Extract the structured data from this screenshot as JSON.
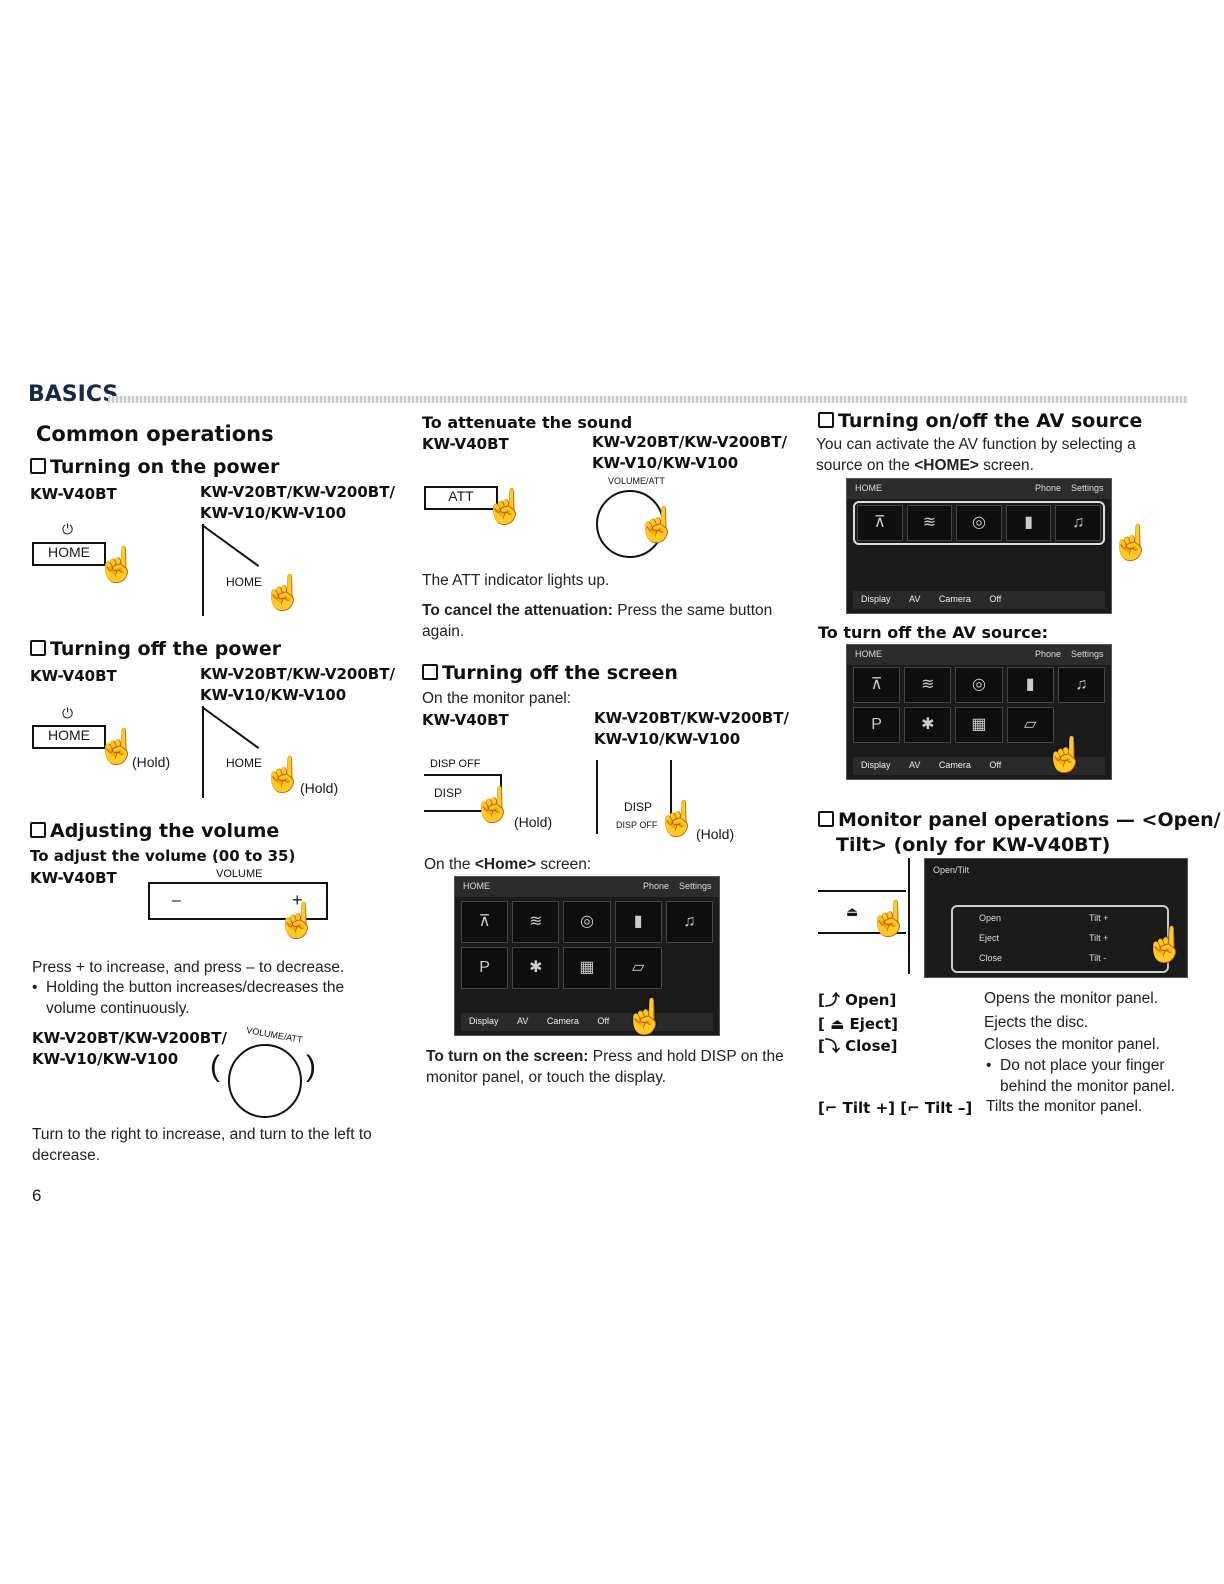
{
  "header": {
    "section": "BASICS"
  },
  "page_number": "6",
  "left": {
    "title": "Common operations",
    "power_on": {
      "title": "Turning on the power",
      "model_a": "KW-V40BT",
      "model_b": "KW-V20BT/KW-V200BT/\nKW-V10/KW-V100",
      "home": "HOME",
      "power_icon": "⏻"
    },
    "power_off": {
      "title": "Turning off the power",
      "model_a": "KW-V40BT",
      "model_b": "KW-V20BT/KW-V200BT/\nKW-V10/KW-V100",
      "home": "HOME",
      "hold": "(Hold)"
    },
    "volume": {
      "title": "Adjusting the volume",
      "subtitle": "To adjust the volume (00 to 35)",
      "model_a": "KW-V40BT",
      "volume_label": "VOLUME",
      "minus": "–",
      "plus": "+",
      "text1": "Press + to increase, and press – to decrease.",
      "bullet1": "Holding the button increases/decreases the volume continuously.",
      "model_b": "KW-V20BT/KW-V200BT/\nKW-V10/KW-V100",
      "knob_label": "VOLUME/ATT",
      "text2": "Turn to the right to increase, and turn to the left to decrease."
    }
  },
  "middle": {
    "attenuate": {
      "title": "To attenuate the sound",
      "model_a": "KW-V40BT",
      "model_b": "KW-V20BT/KW-V200BT/\nKW-V10/KW-V100",
      "att": "ATT",
      "knob_label": "VOLUME/ATT",
      "text1": "The ATT indicator lights up.",
      "cancel_label": "To cancel the attenuation:",
      "cancel_text": " Press the same button again."
    },
    "screen_off": {
      "title": "Turning off the screen",
      "intro": "On the monitor panel:",
      "model_a": "KW-V40BT",
      "model_b": "KW-V20BT/KW-V200BT/\nKW-V10/KW-V100",
      "disp_off": "DISP OFF",
      "disp": "DISP",
      "hold": "(Hold)",
      "home_intro_pre": "On the ",
      "home_intro_bold": "<Home>",
      "home_intro_post": " screen:",
      "turn_on_label": "To turn on the screen:",
      "turn_on_text": " Press and hold DISP on the monitor panel, or touch the display."
    }
  },
  "home_screen": {
    "home": "HOME",
    "phone": "Phone",
    "settings": "Settings",
    "tiles": [
      "Tuner",
      "SiriusXM",
      "Disc",
      "USB",
      "iPod",
      "Pandora",
      "Bluetooth",
      "Apps",
      "AV Off"
    ],
    "footer": [
      "Display",
      "AV",
      "Camera",
      "Off"
    ]
  },
  "right": {
    "av": {
      "title": "Turning on/off the AV source",
      "text_pre": "You can activate the AV function by selecting a source on the ",
      "text_bold": "<HOME>",
      "text_post": " screen.",
      "off_label": "To turn off the AV source:"
    },
    "monitor": {
      "title_line1": "Monitor panel operations — <Open/",
      "title_line2": "Tilt> (only for KW-V40BT)",
      "panel_title": "Open/Tilt",
      "panel_items": [
        "Open",
        "Eject",
        "Close"
      ],
      "panel_tilt": [
        "Tilt +",
        "Tilt -"
      ],
      "defs": [
        {
          "term": "Open]",
          "desc": "Opens the monitor panel."
        },
        {
          "term": "Eject]",
          "desc": "Ejects the disc."
        },
        {
          "term": "Close]",
          "desc": "Closes the monitor panel."
        }
      ],
      "close_note": "Do not place your finger behind the monitor panel.",
      "tilt_term": "Tilt +] [",
      "tilt_term2": "Tilt –]",
      "tilt_desc": "Tilts the monitor panel."
    }
  }
}
